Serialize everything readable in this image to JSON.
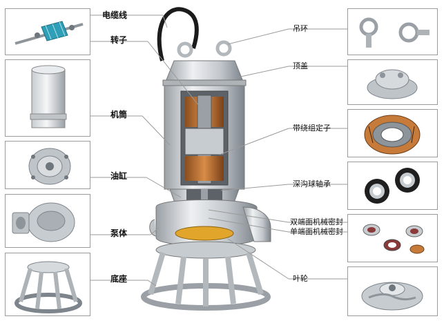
{
  "labels": {
    "cable": "电缆线",
    "rotor": "转子",
    "casing": "机筒",
    "oil_chamber": "油缸",
    "pump_body": "泵体",
    "base": "底座",
    "lifting_ring": "吊环",
    "top_cover": "顶盖",
    "stator": "带绕组定子",
    "bearing": "深沟球轴承",
    "double_seal": "双端面机械密封",
    "single_seal": "单端面机械密封",
    "impeller": "叶轮"
  },
  "colors": {
    "steel_light": "#e6e8ea",
    "steel_mid": "#b9bec3",
    "steel_dark": "#7d848b",
    "copper": "#c77b3a",
    "gold": "#e0a52a",
    "rotor_blue": "#2f9fb8",
    "cable": "#1b1b1b",
    "leader": "#9a9a9a"
  }
}
